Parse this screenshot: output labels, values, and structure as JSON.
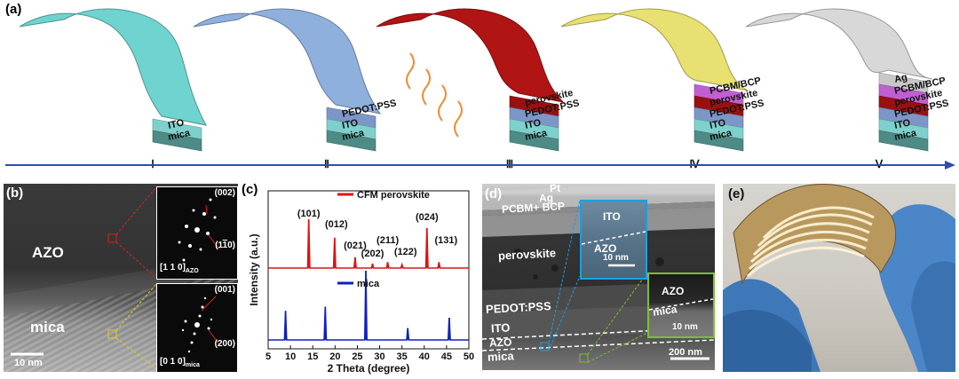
{
  "panel_a": {
    "label": "(a)",
    "stages": [
      {
        "numeral": "Ⅰ",
        "layers": [
          "ITO",
          "mica"
        ],
        "top_color": "#6fd3cf"
      },
      {
        "numeral": "Ⅱ",
        "layers": [
          "PEDOT:PSS",
          "ITO",
          "mica"
        ],
        "top_color": "#8fb0dc"
      },
      {
        "numeral": "Ⅲ",
        "layers": [
          "perovskite",
          "PEDOT:PSS",
          "ITO",
          "mica"
        ],
        "top_color": "#b01414"
      },
      {
        "numeral": "Ⅳ",
        "layers": [
          "PCBM/BCP",
          "perovskite",
          "PEDOT:PSS",
          "ITO",
          "mica"
        ],
        "top_color": "#e8e070"
      },
      {
        "numeral": "Ⅴ",
        "layers": [
          "Ag",
          "PCBM/BCP",
          "perovskite",
          "PEDOT:PSS",
          "ITO",
          "mica"
        ],
        "top_color": "#d8d8d8"
      }
    ]
  },
  "panel_b": {
    "label": "(b)",
    "azo": "AZO",
    "mica": "mica",
    "scale": "10 nm",
    "inset_top": {
      "spot1": "(002)",
      "spot2": "(1",
      "spot2_bar": "1",
      "spot2_end": "0)",
      "zone": "[1 1 0]",
      "zone_sub": "AZO"
    },
    "inset_bottom": {
      "spot1": "(001)",
      "spot2": "(200)",
      "zone": "[0 1 0]",
      "zone_sub": "mica"
    }
  },
  "panel_c": {
    "label": "(c)",
    "legend": [
      "CFM perovskite",
      "mica"
    ],
    "peak_labels": [
      {
        "text": "(101)",
        "x": 14.1
      },
      {
        "text": "(012)",
        "x": 19.9
      },
      {
        "text": "(021)",
        "x": 24.5
      },
      {
        "text": "(202)",
        "x": 28.4
      },
      {
        "text": "(211)",
        "x": 31.8
      },
      {
        "text": "(122)",
        "x": 35.0
      },
      {
        "text": "(024)",
        "x": 40.6
      },
      {
        "text": "(131)",
        "x": 43.3
      }
    ]
  },
  "chart_data": {
    "type": "line",
    "xlabel": "2 Theta (degree)",
    "ylabel": "Intensity (a.u.)",
    "xlim": [
      5,
      50
    ],
    "xticks": [
      5,
      10,
      15,
      20,
      25,
      30,
      35,
      40,
      45,
      50
    ],
    "series": [
      {
        "name": "CFM perovskite",
        "color": "#e01010",
        "peaks": [
          [
            14.1,
            1.0
          ],
          [
            19.9,
            0.62
          ],
          [
            24.5,
            0.22
          ],
          [
            28.4,
            0.09
          ],
          [
            31.8,
            0.12
          ],
          [
            35.0,
            0.07
          ],
          [
            40.6,
            0.82
          ],
          [
            43.3,
            0.12
          ]
        ]
      },
      {
        "name": "mica",
        "color": "#1020c0",
        "peaks": [
          [
            8.9,
            0.42
          ],
          [
            17.8,
            0.48
          ],
          [
            26.9,
            1.0
          ],
          [
            36.3,
            0.17
          ],
          [
            45.6,
            0.32
          ]
        ]
      }
    ]
  },
  "panel_d": {
    "label": "(d)",
    "pt": "Pt",
    "ag": "Ag",
    "pcbm": "PCBM+ BCP",
    "perovskite": "perovskite",
    "pedot": "PEDOT:PSS",
    "ito": "ITO",
    "azo": "AZO",
    "mica": "mica",
    "scale": "200 nm",
    "inset1": {
      "ito": "ITO",
      "azo": "AZO",
      "scale": "10 nm"
    },
    "inset2": {
      "azo": "AZO",
      "mica": "mica",
      "scale": "10 nm"
    }
  },
  "panel_e": {
    "label": "(e)"
  }
}
